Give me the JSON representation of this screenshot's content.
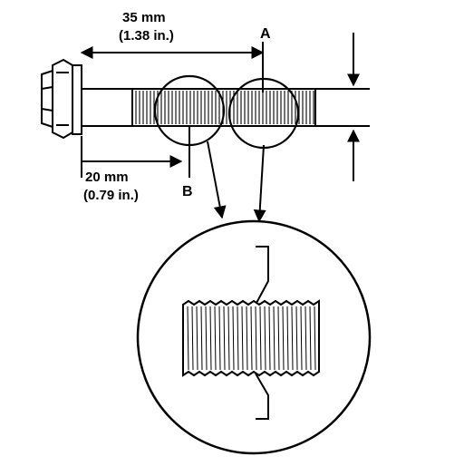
{
  "dimensions": {
    "long": {
      "metric": "35 mm",
      "imperial": "(1.38 in.)"
    },
    "short": {
      "metric": "20 mm",
      "imperial": "(0.79 in.)"
    }
  },
  "callouts": {
    "a": "A",
    "b": "B"
  }
}
